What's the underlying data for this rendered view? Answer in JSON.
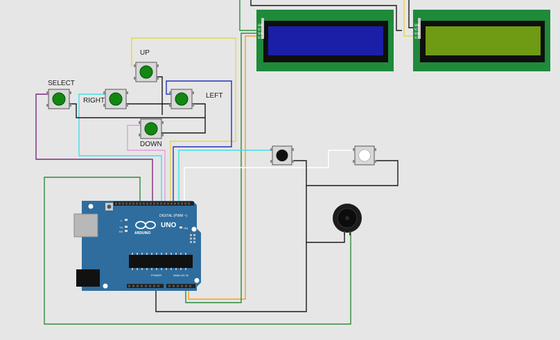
{
  "colors": {
    "background": "#e6e6e6",
    "wire_black": "#1a1a1a",
    "wire_purple": "#7b2a7f",
    "wire_cyan": "#40e0e8",
    "wire_yellow": "#e8d44a",
    "wire_orange": "#f0a020",
    "wire_green": "#2e8b3a",
    "wire_blue": "#2233bb",
    "wire_white": "#ffffff",
    "wire_pink": "#e59be0",
    "lcd_pcb": "#1f8a3a",
    "lcd_blue": "#1a1fa8",
    "lcd_green": "#6e9a14",
    "arduino_board": "#2e6d9e",
    "button_green": "#118811"
  },
  "buttons": {
    "up": "UP",
    "select": "SELECT",
    "right": "RIGHT",
    "left": "LEFT",
    "down": "DOWN"
  },
  "arduino": {
    "logo": "UNO",
    "brand": "ARDUINO",
    "digital_header": "DIGITAL (PWM ~)",
    "power_header": "POWER",
    "analog_header": "ANALOG IN",
    "on_label": "ON",
    "tx_label": "TX",
    "rx_label": "RX",
    "l_label": "L"
  },
  "lcd_pins": [
    "GND",
    "VCC",
    "SDA",
    "SCL"
  ],
  "components": {
    "lcd_left": "lcd-blue",
    "lcd_right": "lcd-green",
    "push_black": "black-pushbutton",
    "push_white": "white-pushbutton",
    "buzzer": "piezo-buzzer"
  }
}
